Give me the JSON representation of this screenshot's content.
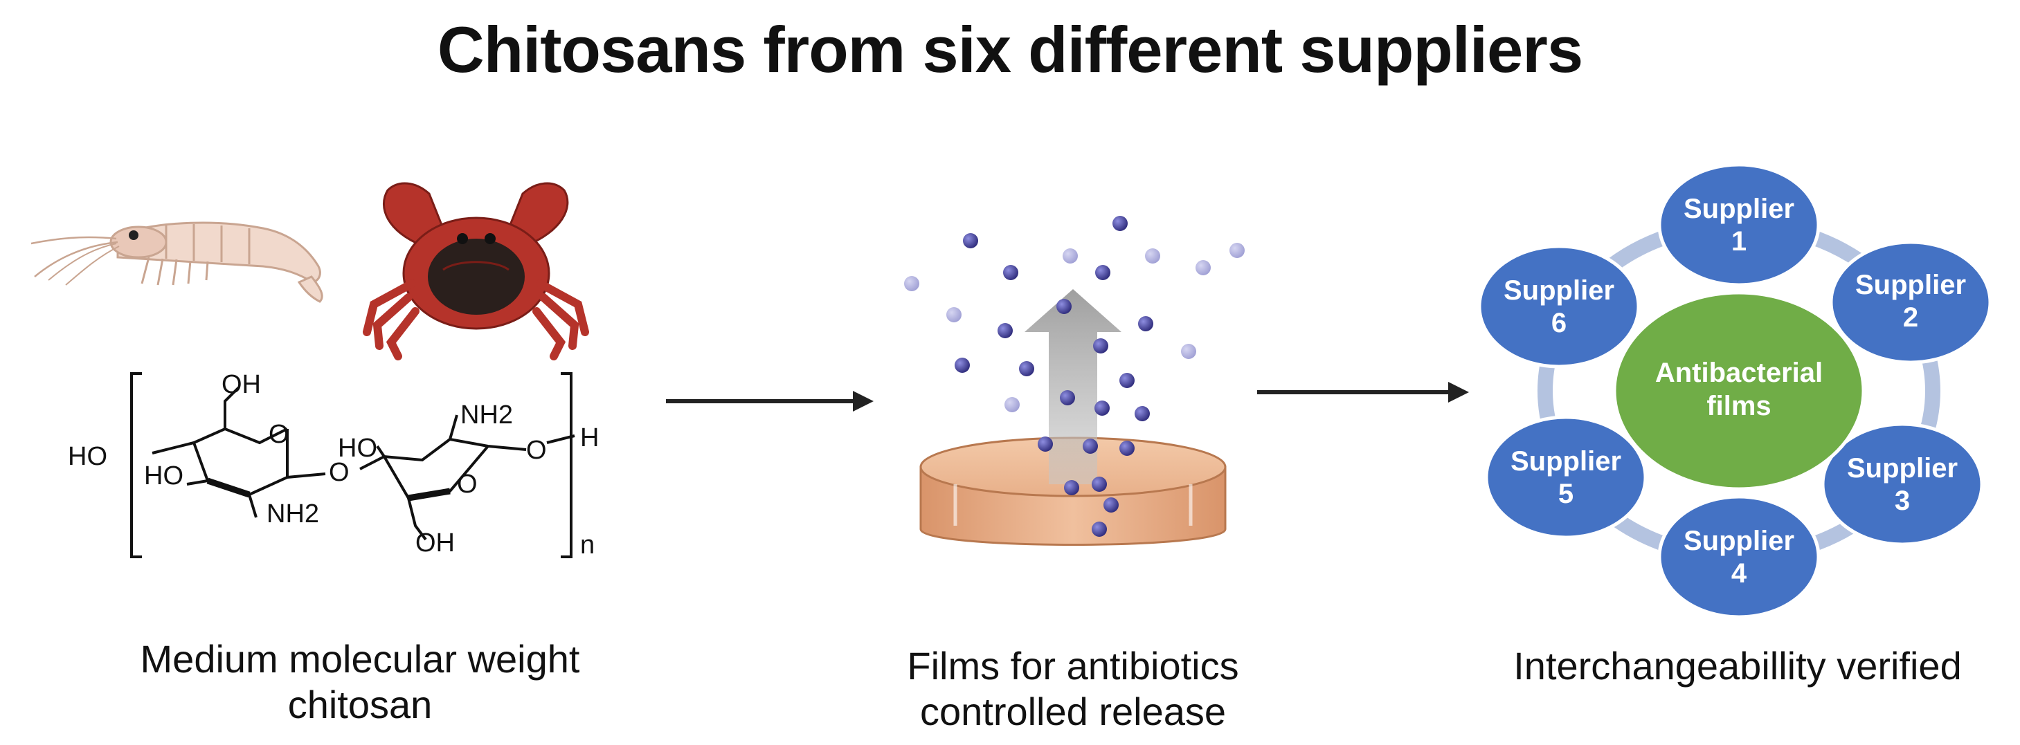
{
  "title": "Chitosans from six different suppliers",
  "captions": {
    "left_line1": "Medium molecular weight",
    "left_line2": "chitosan",
    "middle_line1": "Films for antibiotics",
    "middle_line2": "controlled release",
    "right": "Interchangeabillity verified"
  },
  "chemistry": {
    "oh_top": "OH",
    "ho_left": "HO",
    "ho_ring": "HO",
    "nh2_bottom": "NH2",
    "o_bridge": "O",
    "ho_second": "HO",
    "nh2_top": "NH2",
    "o_terminal": "O",
    "h_terminal": "H",
    "oh_bottom": "OH",
    "n_sub": "n",
    "ring_o": "O"
  },
  "hub": {
    "line1": "Antibacterial",
    "line2": "films",
    "color": "#70ad47"
  },
  "suppliers": [
    {
      "line1": "Supplier",
      "line2": "1"
    },
    {
      "line1": "Supplier",
      "line2": "2"
    },
    {
      "line1": "Supplier",
      "line2": "3"
    },
    {
      "line1": "Supplier",
      "line2": "4"
    },
    {
      "line1": "Supplier",
      "line2": "5"
    },
    {
      "line1": "Supplier",
      "line2": "6"
    }
  ],
  "colors": {
    "supplier_fill": "#4472c4",
    "ring": "#b4c3e0",
    "particles": "#3b3a8c"
  },
  "icons": [
    "shrimp-icon",
    "crab-icon",
    "film-dish-icon",
    "release-arrow-icon"
  ]
}
